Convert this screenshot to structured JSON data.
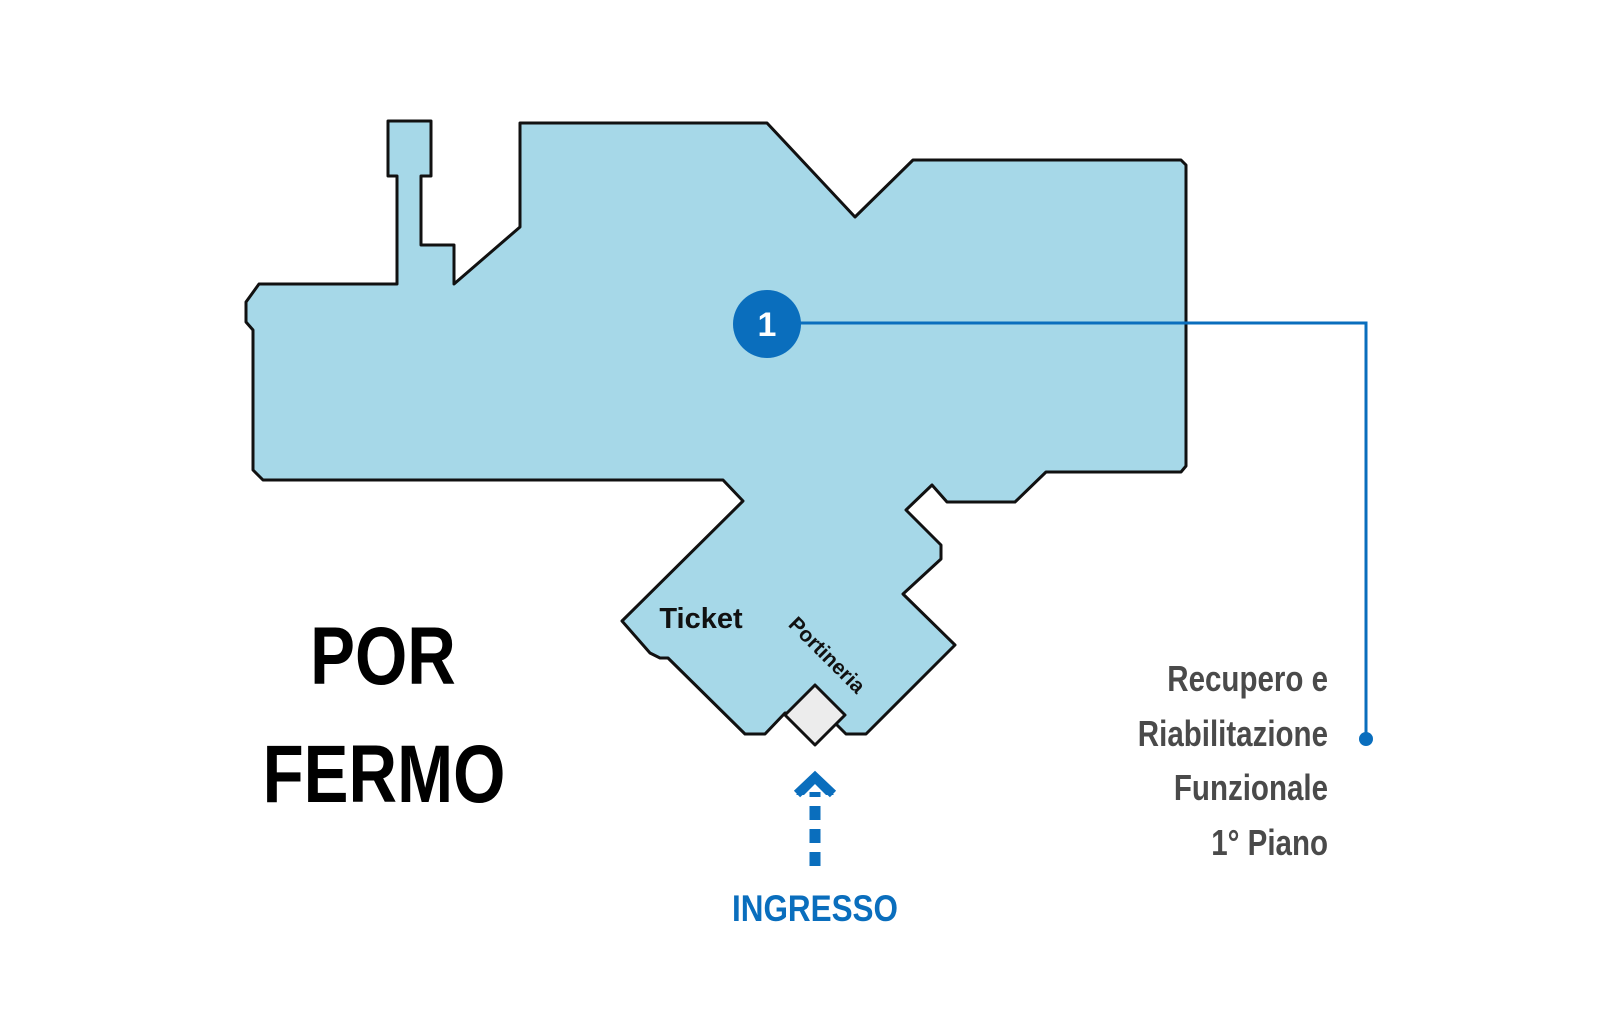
{
  "facility": {
    "name_line1": "POR",
    "name_line2": "FERMO"
  },
  "rooms": {
    "ticket": "Ticket",
    "portineria": "Portineria"
  },
  "entrance": {
    "label": "INGRESSO"
  },
  "markers": [
    {
      "number": "1",
      "description": [
        "Recupero e",
        "Riabilitazione",
        "Funzionale",
        "1° Piano"
      ]
    }
  ],
  "colors": {
    "building_fill": "#a6d8e8",
    "building_stroke": "#111111",
    "accent_blue": "#0a6ebd",
    "label_gray": "#4a4a4a",
    "title_black": "#000000",
    "entrance_box": "#ececec"
  },
  "icons": {
    "entrance_arrow": "arrow-up-dashed-icon",
    "marker": "numbered-circle-icon"
  }
}
